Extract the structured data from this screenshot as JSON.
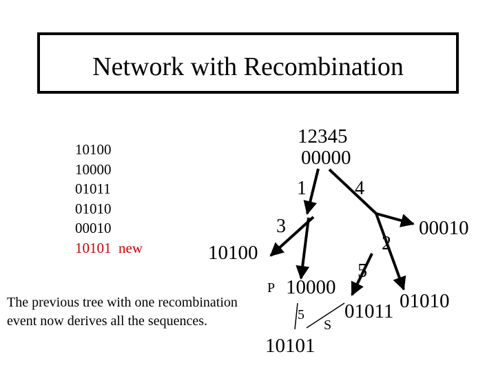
{
  "title": "Network with Recombination",
  "sequences": [
    {
      "text": "10100"
    },
    {
      "text": "10000"
    },
    {
      "text": "01011"
    },
    {
      "text": "01010"
    },
    {
      "text": "00010"
    },
    {
      "text": "10101",
      "note": "new"
    }
  ],
  "caption": "The previous tree with one recombination event now derives all the sequences.",
  "diagram": {
    "root_positions": "12345",
    "root_sequence": "00000",
    "node_10100": "10100",
    "node_10000": "10000",
    "node_00010": "00010",
    "node_01011": "01011",
    "node_01010": "01010",
    "node_10101": "10101",
    "edge_labels": {
      "root_to_10000": "1",
      "root_to_00010": "4",
      "to_10100": "3",
      "to_01010": "2",
      "to_01011": "5",
      "to_10101": "5"
    },
    "prefix_label": "P",
    "suffix_label": "S"
  },
  "colors": {
    "text": "#000000",
    "new_sequence": "#cc0000",
    "background": "#ffffff"
  }
}
